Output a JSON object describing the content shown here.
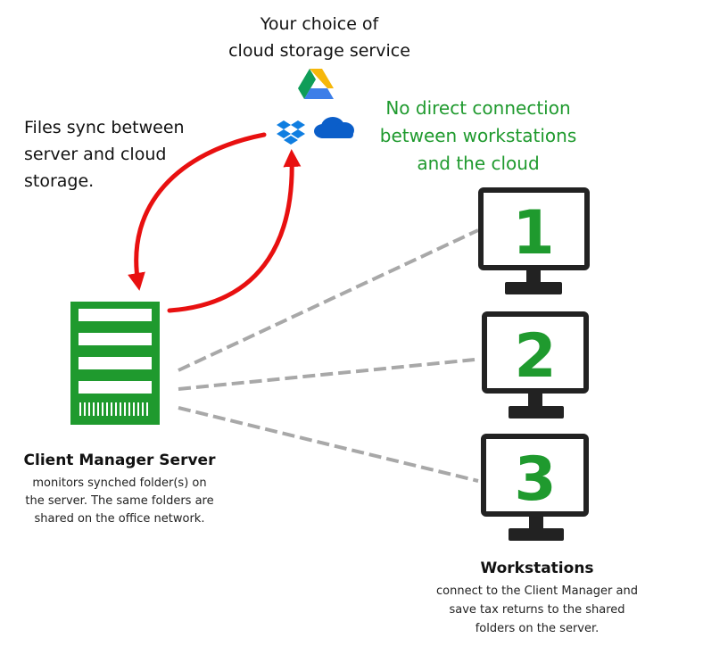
{
  "cloud_storage": {
    "title_lines": [
      "Your choice of",
      "cloud storage service"
    ],
    "services": [
      {
        "name": "google-drive-icon"
      },
      {
        "name": "dropbox-icon"
      },
      {
        "name": "onedrive-icon"
      }
    ]
  },
  "sync_note": {
    "lines": [
      "Files sync between",
      "server and cloud",
      "storage."
    ]
  },
  "no_direct": {
    "lines": [
      "No direct connection",
      "between workstations",
      "and the cloud"
    ],
    "color": "#1f9a2e"
  },
  "server": {
    "title": "Client Manager Server",
    "description_lines": [
      "monitors synched folder(s) on",
      "the server. The same folders are",
      "shared on the office network."
    ],
    "color": "#1f9a2e"
  },
  "workstations": {
    "title": "Workstations",
    "description_lines": [
      "connect to the Client Manager and",
      "save tax returns to the shared",
      "folders on the server."
    ],
    "numbers": [
      "1",
      "2",
      "3"
    ]
  },
  "colors": {
    "sync_arrow": "#e81010",
    "connection_line": "#a8a8a8",
    "monitor_frame": "#222222"
  }
}
